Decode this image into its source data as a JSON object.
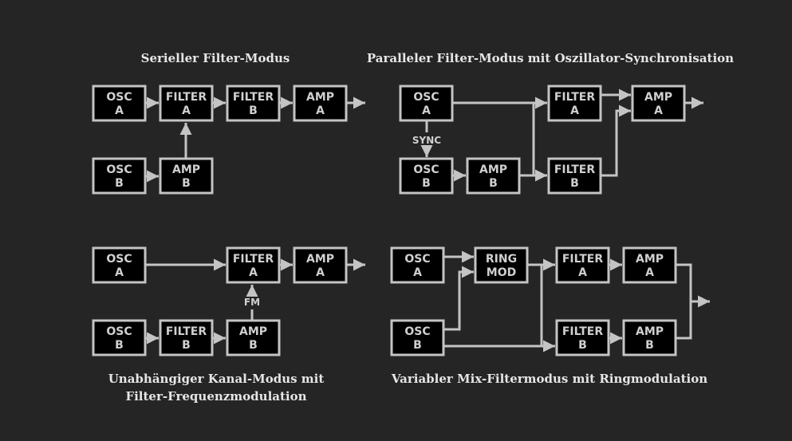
{
  "colors": {
    "background": "#252525",
    "box_fill": "#000000",
    "line": "#c4c4c4"
  },
  "diagrams": [
    {
      "title": "Serieller Filter-Modus",
      "blocks": [
        [
          "OSC",
          "A"
        ],
        [
          "FILTER",
          "A"
        ],
        [
          "FILTER",
          "B"
        ],
        [
          "AMP",
          "A"
        ],
        [
          "OSC",
          "B"
        ],
        [
          "AMP",
          "B"
        ]
      ]
    },
    {
      "title": "Paralleler Filter-Modus mit Oszillator-Synchronisation",
      "label": "SYNC",
      "blocks": [
        [
          "OSC",
          "A"
        ],
        [
          "OSC",
          "B"
        ],
        [
          "AMP",
          "B"
        ],
        [
          "FILTER",
          "A"
        ],
        [
          "FILTER",
          "B"
        ],
        [
          "AMP",
          "A"
        ]
      ]
    },
    {
      "title_line1": "Unabhängiger Kanal-Modus mit",
      "title_line2": "Filter-Frequenzmodulation",
      "label": "FM",
      "blocks": [
        [
          "OSC",
          "A"
        ],
        [
          "FILTER",
          "A"
        ],
        [
          "AMP",
          "A"
        ],
        [
          "OSC",
          "B"
        ],
        [
          "FILTER",
          "B"
        ],
        [
          "AMP",
          "B"
        ]
      ]
    },
    {
      "title": "Variabler Mix-Filtermodus mit Ringmodulation",
      "blocks": [
        [
          "OSC",
          "A"
        ],
        [
          "RING",
          "MOD"
        ],
        [
          "FILTER",
          "A"
        ],
        [
          "AMP",
          "A"
        ],
        [
          "OSC",
          "B"
        ],
        [
          "FILTER",
          "B"
        ],
        [
          "AMP",
          "B"
        ]
      ]
    }
  ]
}
